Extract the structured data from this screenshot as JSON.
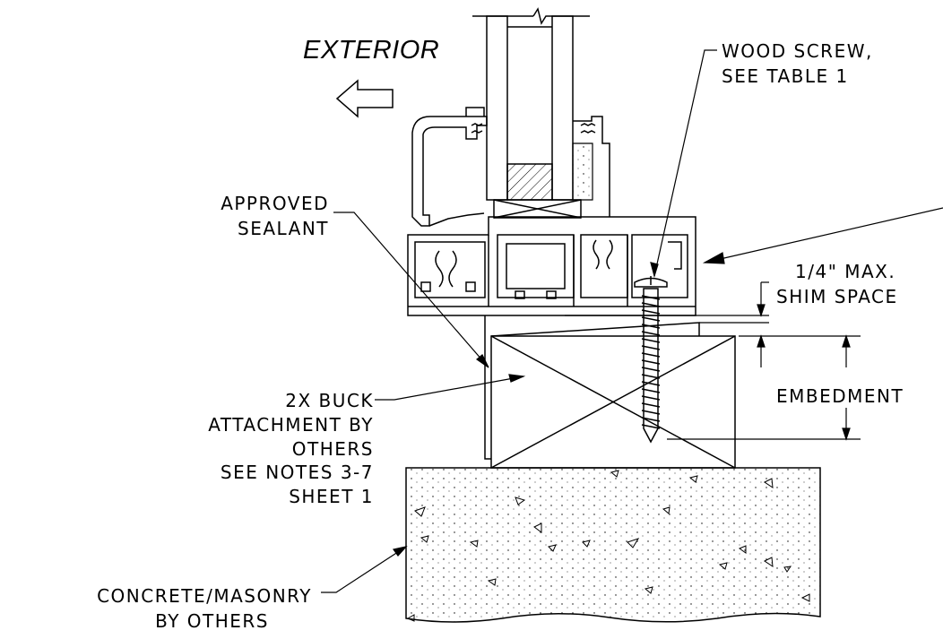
{
  "labels": {
    "exterior": "EXTERIOR",
    "wood_screw_1": "WOOD SCREW,",
    "wood_screw_2": "SEE TABLE 1",
    "sealant_1": "APPROVED",
    "sealant_2": "SEALANT",
    "shim_1": "1/4\" MAX.",
    "shim_2": "SHIM SPACE",
    "embedment": "EMBEDMENT",
    "buck_1": "2X BUCK",
    "buck_2": "ATTACHMENT BY",
    "buck_3": "OTHERS",
    "buck_4": "SEE NOTES 3-7",
    "buck_5": "SHEET 1",
    "concrete_1": "CONCRETE/MASONRY",
    "concrete_2": "BY OTHERS"
  }
}
